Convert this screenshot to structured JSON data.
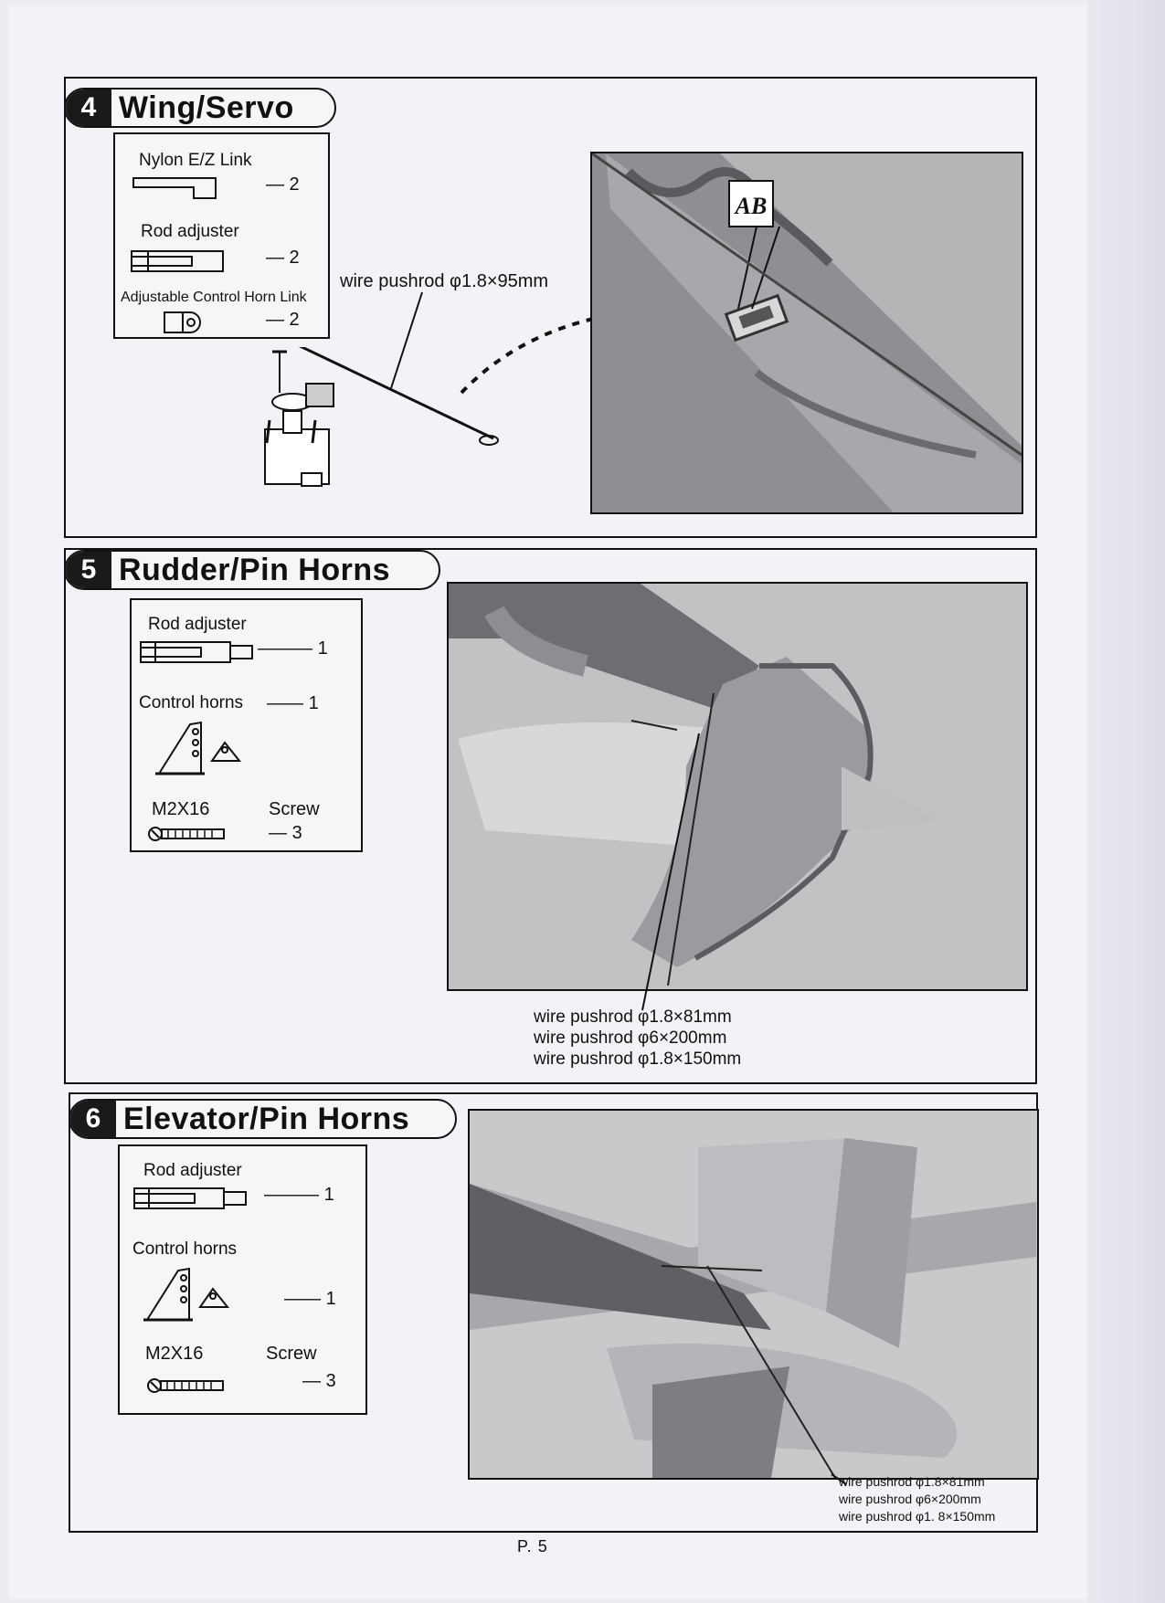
{
  "page": {
    "number": "P. 5"
  },
  "sections": {
    "wing": {
      "number": "4",
      "title": "Wing/Servo",
      "parts": [
        {
          "name": "Nylon E/Z Link",
          "qty": "— 2"
        },
        {
          "name": "Rod adjuster",
          "qty": "— 2"
        },
        {
          "name": "Adjustable Control Horn Link",
          "qty": "— 2"
        }
      ],
      "pushrod": "wire pushrod  φ1.8×95mm",
      "photo_tag": "AB"
    },
    "rudder": {
      "number": "5",
      "title": "Rudder/Pin Horns",
      "parts": [
        {
          "name": "Rod adjuster",
          "qty": "1"
        },
        {
          "name": "Control horns",
          "qty": "1"
        },
        {
          "name": "M2X16",
          "qty": "3"
        },
        {
          "name": "Screw",
          "qty": ""
        }
      ],
      "pushrods": [
        "wire pushrod φ1.8×81mm",
        "wire pushrod  φ6×200mm",
        "wire pushrod φ1.8×150mm"
      ]
    },
    "elevator": {
      "number": "6",
      "title": "Elevator/Pin Horns",
      "parts": [
        {
          "name": "Rod adjuster",
          "qty": "1"
        },
        {
          "name": "Control horns",
          "qty": "1"
        },
        {
          "name": "M2X16",
          "qty": "3"
        },
        {
          "name": "Screw",
          "qty": ""
        }
      ],
      "pushrods": [
        "wire pushrod φ1.8×81mm",
        "wire pushrod  φ6×200mm",
        "wire pushrod  φ1. 8×150mm"
      ]
    }
  }
}
